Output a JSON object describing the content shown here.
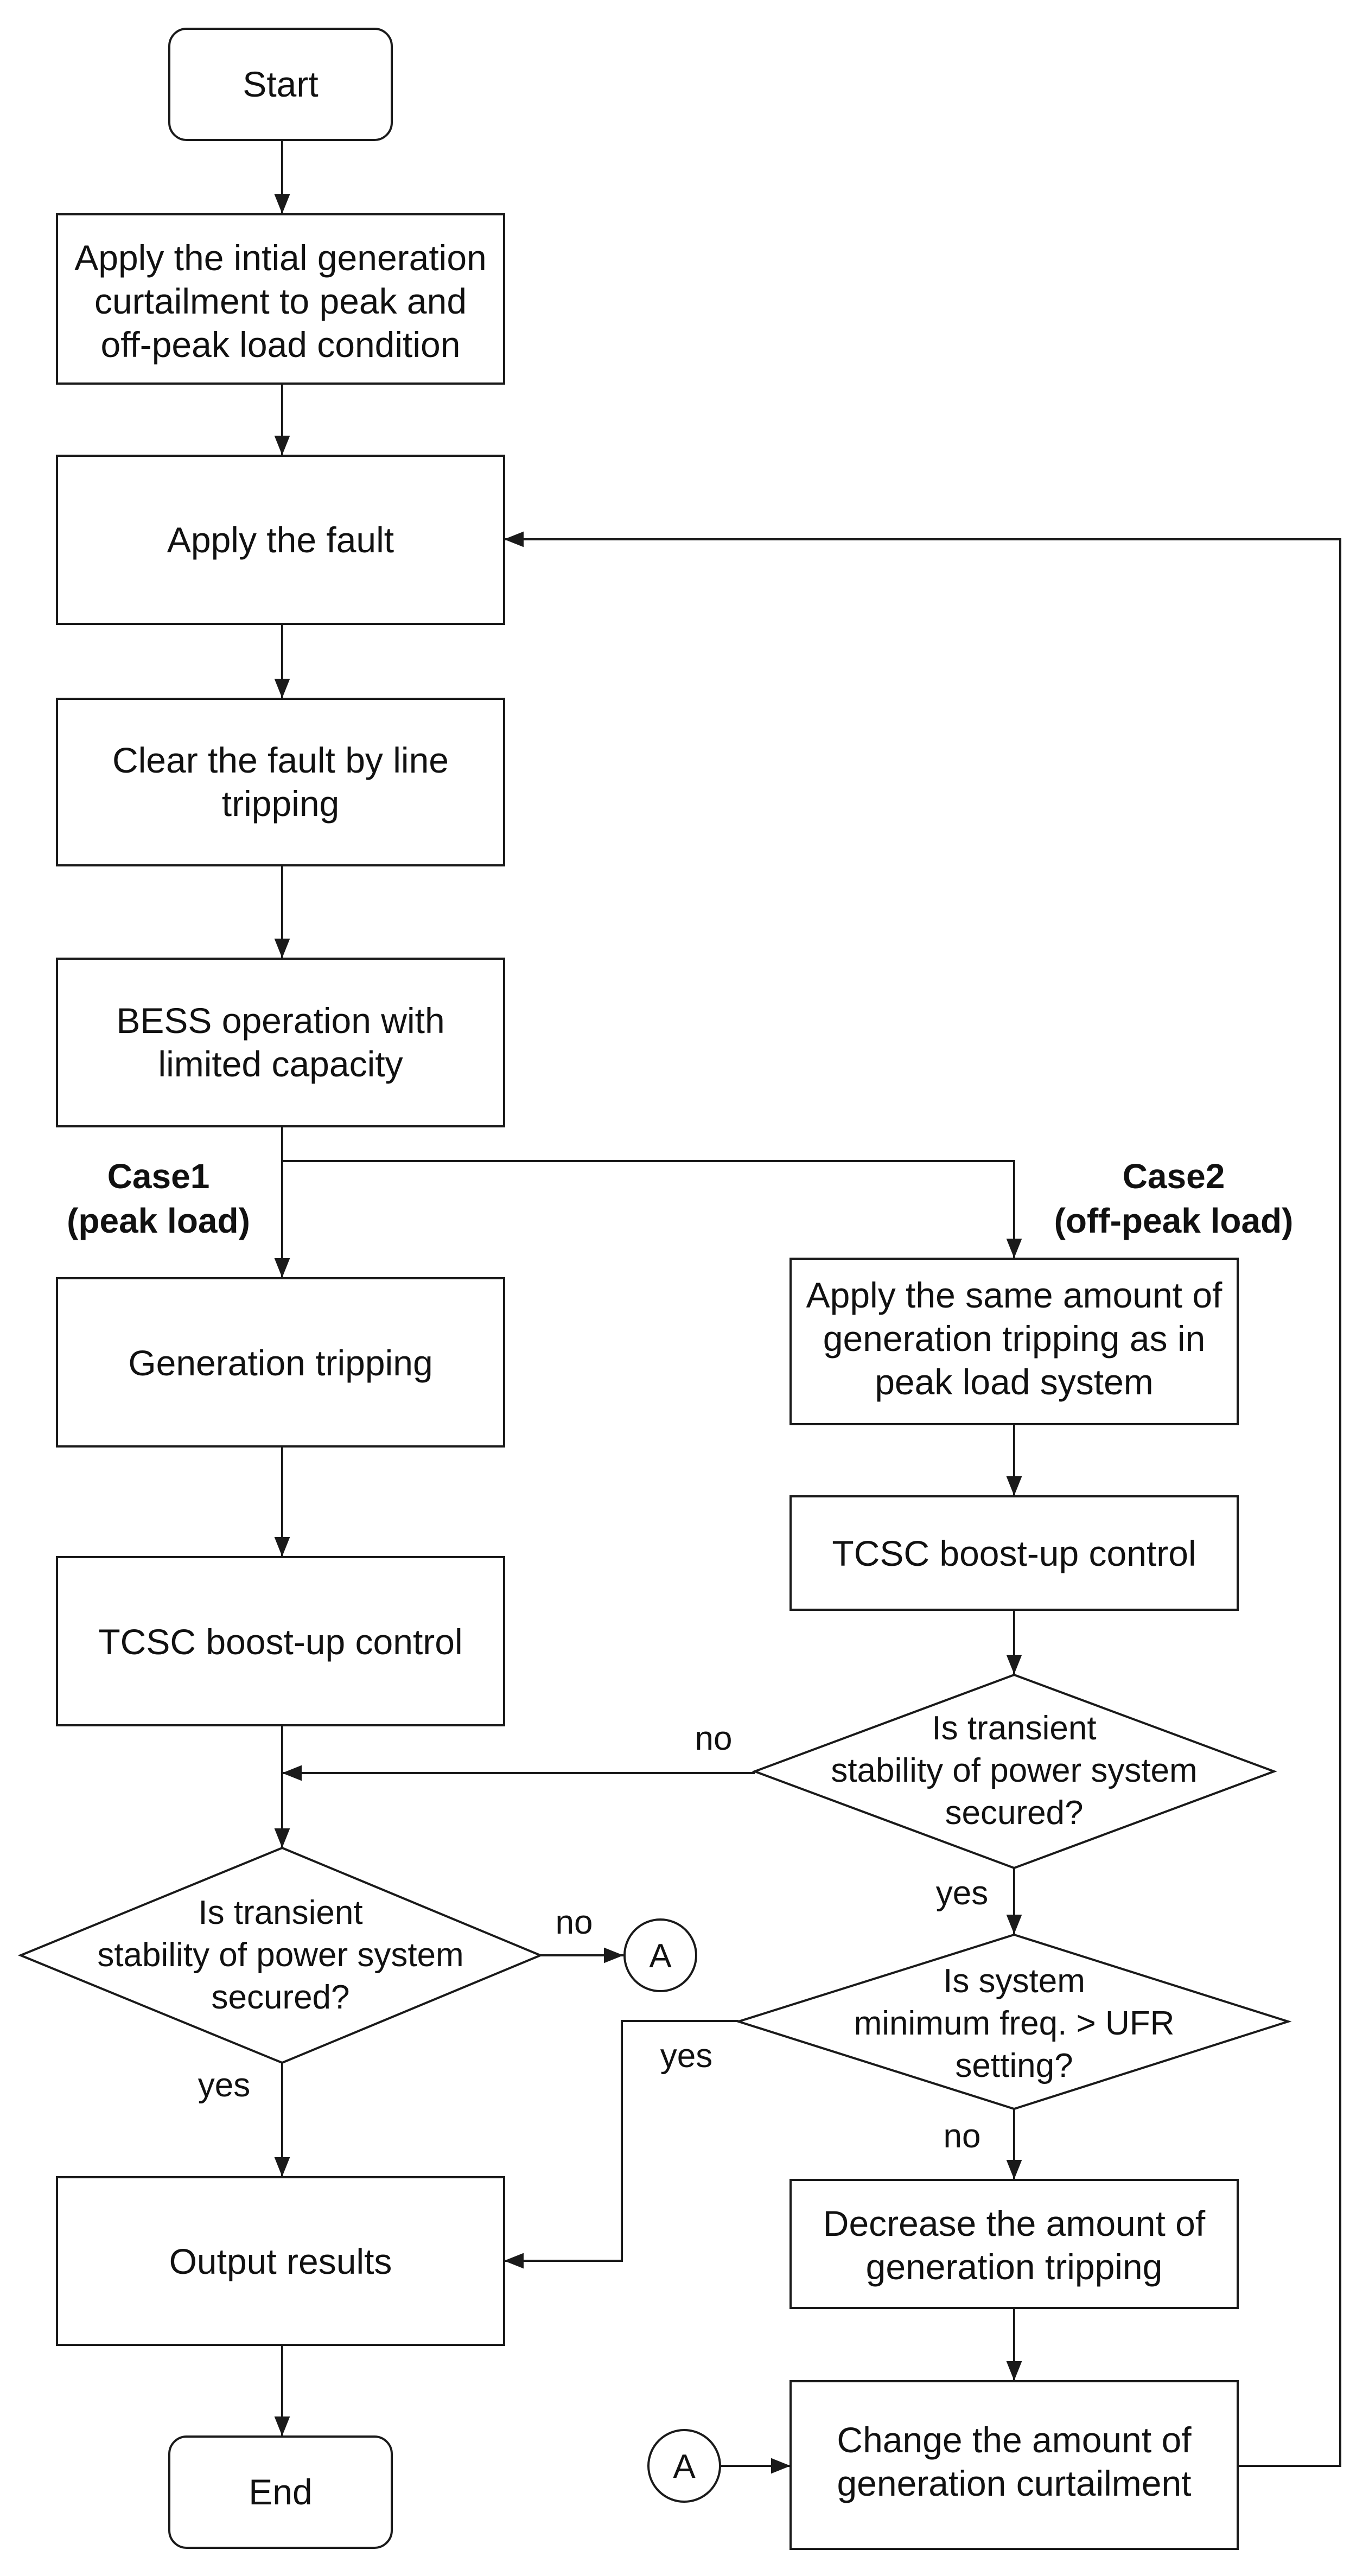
{
  "nodes": {
    "start": "Start",
    "curtail": [
      "Apply the intial generation",
      "curtailment to peak and",
      "off-peak load condition"
    ],
    "fault": "Apply the fault",
    "clear": [
      "Clear the fault by line",
      "tripping"
    ],
    "bess": [
      "BESS operation with",
      "limited capacity"
    ],
    "gen_trip": "Generation tripping",
    "tcsc1": "TCSC boost-up control",
    "dec1": [
      "Is transient",
      "stability of power system",
      "secured?"
    ],
    "output": "Output results",
    "end": "End",
    "same_trip": [
      "Apply the same amount of",
      "generation tripping as in",
      "peak load system"
    ],
    "tcsc2": "TCSC boost-up control",
    "dec2": [
      "Is transient",
      "stability of power system",
      "secured?"
    ],
    "dec3": [
      "Is system",
      "minimum freq. > UFR",
      "setting?"
    ],
    "decrease": [
      "Decrease the amount of",
      "generation tripping"
    ],
    "change": [
      "Change the amount of",
      "generation curtailment"
    ]
  },
  "cases": {
    "case1": [
      "Case1",
      "(peak load)"
    ],
    "case2": [
      "Case2",
      "(off-peak  load)"
    ]
  },
  "edge_labels": {
    "dec2_no": "no",
    "dec2_yes": "yes",
    "dec1_no": "no",
    "dec1_yes": "yes",
    "dec3_yes": "yes",
    "dec3_no": "no"
  },
  "connectors": {
    "a_out": "A",
    "a_in": "A"
  }
}
